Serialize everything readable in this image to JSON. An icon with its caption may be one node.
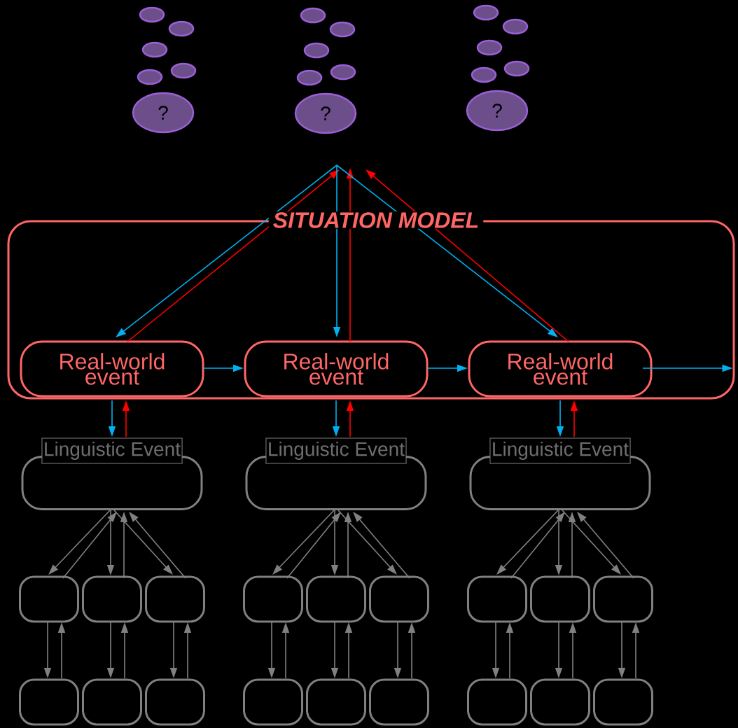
{
  "diagram": {
    "nodes": [
      {
        "text": [],
        "shape": "circle"
      },
      {
        "text": [],
        "shape": "circle"
      },
      {
        "text": [],
        "shape": "circle"
      },
      {
        "text": [],
        "shape": "circle"
      },
      {
        "text": [],
        "shape": "circle"
      },
      {
        "text": [],
        "shape": "circle"
      },
      {
        "text": [],
        "shape": "circle"
      },
      {
        "text": [],
        "shape": "circle"
      },
      {
        "text": [],
        "shape": "circle"
      },
      {
        "text": [],
        "shape": "circle"
      },
      {
        "text": [],
        "shape": "circle"
      },
      {
        "text": [],
        "shape": "circle"
      },
      {
        "text": [],
        "shape": "circle"
      },
      {
        "text": [],
        "shape": "circle"
      },
      {
        "text": [],
        "shape": "circle"
      },
      {
        "text": [
          "?"
        ]
      },
      {
        "text": [
          "?"
        ]
      },
      {
        "text": [
          "?"
        ]
      },
      {
        "text": [
          "SITUATION MODEL"
        ]
      },
      {
        "text": [
          "Real-world event"
        ],
        "in": 18
      },
      {
        "text": [
          "Real-world event"
        ],
        "in": 18
      },
      {
        "text": [
          "Real-world event"
        ],
        "in": 18
      },
      {
        "text": [
          "Linguistic Event"
        ]
      },
      {
        "text": [
          "Linguistic Event"
        ]
      },
      {
        "text": [
          "Linguistic Event"
        ]
      },
      {
        "text": [],
        "shape": "box"
      },
      {
        "text": [],
        "shape": "box"
      },
      {
        "text": [],
        "shape": "box"
      },
      {
        "text": [],
        "shape": "box"
      },
      {
        "text": [],
        "shape": "box"
      },
      {
        "text": [],
        "shape": "box"
      },
      {
        "text": [],
        "shape": "box"
      },
      {
        "text": [],
        "shape": "box"
      },
      {
        "text": [],
        "shape": "box"
      },
      {
        "text": [],
        "shape": "box"
      },
      {
        "text": [],
        "shape": "box"
      },
      {
        "text": [],
        "shape": "box"
      },
      {
        "text": [],
        "shape": "box"
      },
      {
        "text": [],
        "shape": "box"
      },
      {
        "text": [],
        "shape": "box"
      },
      {
        "text": [],
        "shape": "box"
      },
      {
        "text": [],
        "shape": "box"
      },
      {
        "text": [],
        "shape": "box"
      }
    ],
    "edges": [
      {
        "from": null,
        "to": 19,
        "arrow": "to",
        "color": "#00b0f0"
      },
      {
        "from": 19,
        "to": null,
        "arrow": "to",
        "color": "#ff0000"
      },
      {
        "from": null,
        "to": 20,
        "arrow": "to",
        "color": "#00b0f0"
      },
      {
        "from": 20,
        "to": null,
        "arrow": "to",
        "color": "#ff0000"
      },
      {
        "from": null,
        "to": 21,
        "arrow": "to",
        "color": "#00b0f0"
      },
      {
        "from": 21,
        "to": null,
        "arrow": "to",
        "color": "#ff0000"
      },
      {
        "from": 19,
        "to": 20,
        "arrow": "to",
        "color": "#00b0f0"
      },
      {
        "from": 20,
        "to": 21,
        "arrow": "to",
        "color": "#00b0f0"
      },
      {
        "from": 21,
        "to": 18,
        "arrow": "to",
        "color": "#00b0f0"
      },
      {
        "from": 19,
        "to": 22,
        "arrow": "to",
        "color": "#00b0f0"
      },
      {
        "from": 22,
        "to": 19,
        "arrow": "to",
        "color": "#ff0000"
      },
      {
        "from": 20,
        "to": 23,
        "arrow": "to",
        "color": "#00b0f0"
      },
      {
        "from": 23,
        "to": 20,
        "arrow": "to",
        "color": "#ff0000"
      },
      {
        "from": 21,
        "to": 24,
        "arrow": "to",
        "color": "#00b0f0"
      },
      {
        "from": 24,
        "to": 21,
        "arrow": "to",
        "color": "#ff0000"
      },
      {
        "from": 22,
        "to": 25,
        "arrow": "to"
      },
      {
        "from": 25,
        "to": 22,
        "arrow": "to"
      },
      {
        "from": 22,
        "to": 26,
        "arrow": "to"
      },
      {
        "from": 26,
        "to": 22,
        "arrow": "to"
      },
      {
        "from": 22,
        "to": 27,
        "arrow": "to"
      },
      {
        "from": 27,
        "to": 22,
        "arrow": "to"
      },
      {
        "from": 23,
        "to": 28,
        "arrow": "to"
      },
      {
        "from": 28,
        "to": 23,
        "arrow": "to"
      },
      {
        "from": 23,
        "to": 29,
        "arrow": "to"
      },
      {
        "from": 29,
        "to": 23,
        "arrow": "to"
      },
      {
        "from": 23,
        "to": 30,
        "arrow": "to"
      },
      {
        "from": 30,
        "to": 23,
        "arrow": "to"
      },
      {
        "from": 24,
        "to": 31,
        "arrow": "to"
      },
      {
        "from": 31,
        "to": 24,
        "arrow": "to"
      },
      {
        "from": 24,
        "to": 32,
        "arrow": "to"
      },
      {
        "from": 32,
        "to": 24,
        "arrow": "to"
      },
      {
        "from": 24,
        "to": 33,
        "arrow": "to"
      },
      {
        "from": 33,
        "to": 24,
        "arrow": "to"
      },
      {
        "from": 25,
        "to": 34,
        "arrow": "to"
      },
      {
        "from": 34,
        "to": 25,
        "arrow": "to"
      },
      {
        "from": 26,
        "to": 35,
        "arrow": "to"
      },
      {
        "from": 35,
        "to": 26,
        "arrow": "to"
      },
      {
        "from": 27,
        "to": 36,
        "arrow": "to"
      },
      {
        "from": 36,
        "to": 27,
        "arrow": "to"
      },
      {
        "from": 28,
        "to": 37,
        "arrow": "to"
      },
      {
        "from": 37,
        "to": 28,
        "arrow": "to"
      },
      {
        "from": 29,
        "to": 38,
        "arrow": "to"
      },
      {
        "from": 38,
        "to": 29,
        "arrow": "to"
      },
      {
        "from": 30,
        "to": 39,
        "arrow": "to"
      },
      {
        "from": 39,
        "to": 30,
        "arrow": "to"
      },
      {
        "from": 31,
        "to": 40,
        "arrow": "to"
      },
      {
        "from": 40,
        "to": 31,
        "arrow": "to"
      },
      {
        "from": 32,
        "to": 41,
        "arrow": "to"
      },
      {
        "from": 41,
        "to": 32,
        "arrow": "to"
      },
      {
        "from": 33,
        "to": 42,
        "arrow": "to"
      },
      {
        "from": 42,
        "to": 33,
        "arrow": "to"
      }
    ]
  }
}
